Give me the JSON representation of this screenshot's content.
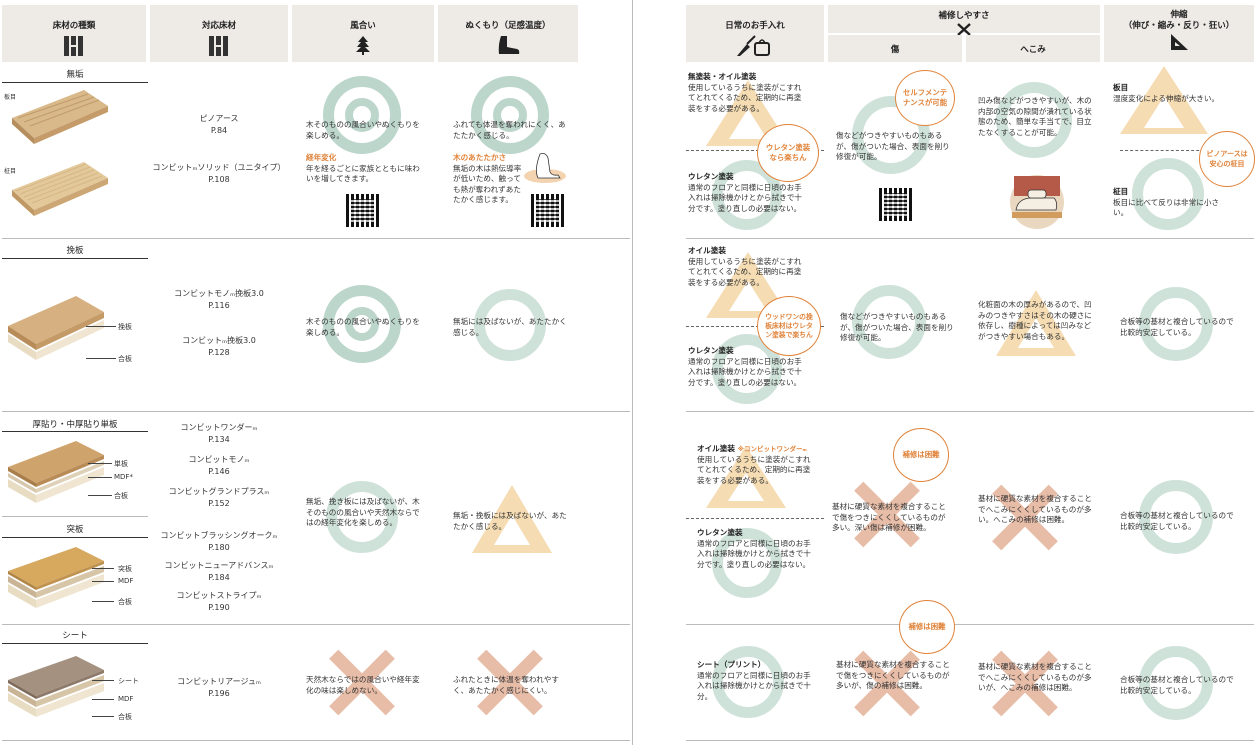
{
  "headers": {
    "floor_type": "床材の種類",
    "product": "対応床材",
    "appearance": "風合い",
    "warmth": "ぬくもり（足感温度）",
    "care": "日常のお手入れ",
    "repair": "補修しやすさ",
    "repair_scratch": "傷",
    "repair_dent": "へこみ",
    "expansion": "伸縮\n（伸び・縮み・反り・狂い）"
  },
  "sections": {
    "muku": "無垢",
    "hagi": "挽板",
    "atsu": "厚貼り・中厚貼り単板",
    "tsuki": "突板",
    "sheet": "シート"
  },
  "wood_labels": {
    "itame": "板目",
    "masame": "柾目",
    "hagi_top": "挽板",
    "hagi_base": "合板",
    "atsu_top": "単板",
    "atsu_mid": "MDF*",
    "atsu_base": "合板",
    "tsuki_top": "突板",
    "tsuki_mid": "MDF",
    "tsuki_base": "合板",
    "sheet_top": "シート",
    "sheet_mid": "MDF",
    "sheet_base": "合板"
  },
  "products": {
    "p1": "ピノアース",
    "p1_page": "P.84",
    "p2": "コンビットₘソリッド（ユニタイプ）",
    "p2_page": "P.108",
    "p3": "コンビットモノₘ挽板3.0",
    "p3_page": "P.116",
    "p4": "コンビットₘ挽板3.0",
    "p4_page": "P.128",
    "p5": "コンビットワンダーₘ",
    "p5_page": "P.134",
    "p6": "コンビットモノₘ",
    "p6_page": "P.146",
    "p7": "コンビットグランドプラスₘ",
    "p7_page": "P.152",
    "p8": "コンビットブラッシングオークₘ",
    "p8_page": "P.180",
    "p9": "コンビットニューアドバンスₘ",
    "p9_page": "P.184",
    "p10": "コンビットストライプₘ",
    "p10_page": "P.190",
    "p11": "コンビットリアージュₘ",
    "p11_page": "P.196"
  },
  "appearance": {
    "r1": "木そのものの風合いやぬくもりを楽しめる。",
    "r1_sub_title": "経年変化",
    "r1_sub": "年を経るごとに家族とともに味わいを増してきます。",
    "r2": "木そのものの風合いやぬくもりを楽しめる。",
    "r3": "無垢、挽き板には及ばないが、木そのものの風合いや天然木ならではの経年変化を楽しめる。",
    "r4": "天然木ならではの風合いや経年変化の味は楽しめない。"
  },
  "warmth": {
    "r1": "ふれても体温を奪われにくく、あたたかく感じる。",
    "r1_sub_title": "木のあたたかさ",
    "r1_sub": "無垢の木は熱伝導率が低いため、触っても熱が奪われずあたたかく感じます。",
    "r2": "無垢には及ばないが、あたたかく感じる。",
    "r3": "無垢・挽板には及ばないが、あたたかく感じる。",
    "r4": "ふれたときに体温を奪われやすく、あたたかく感じにくい。"
  },
  "care": {
    "r1a_title": "無塗装・オイル塗装",
    "r1a": "使用しているうちに塗装がこすれてとれてくるため、定期的に再塗装をする必要がある。",
    "r1b_title": "ウレタン塗装",
    "r1b": "通常のフロアと同様に日頃のお手入れは掃除機かけとから拭きで十分です。塗り直しの必要はない。",
    "r1_bubble": "ウレタン塗装なら楽ちん",
    "r2a_title": "オイル塗装",
    "r2a": "使用しているうちに塗装がこすれてとれてくるため、定期的に再塗装をする必要がある。",
    "r2b_title": "ウレタン塗装",
    "r2b": "通常のフロアと同様に日頃のお手入れは掃除機かけとから拭きで十分です。塗り直しの必要はない。",
    "r2_bubble": "ウッドワンの挽板床材はウレタン塗装で楽ちん",
    "r3a_title": "オイル塗装",
    "r3a_note": "※コンビットワンダーₘ",
    "r3a": "使用しているうちに塗装がこすれてとれてくるため、定期的に再塗装をする必要がある。",
    "r3b_title": "ウレタン塗装",
    "r3b": "通常のフロアと同様に日頃のお手入れは掃除機かけとから拭きで十分です。塗り直しの必要はない。",
    "r4_title": "シート（プリント）",
    "r4": "通常のフロアと同様に日頃のお手入れは掃除機かけとから拭きで十分。"
  },
  "scratch": {
    "r1": "傷などがつきやすいものもあるが、傷がついた場合、表面を削り修復が可能。",
    "r1_bubble": "セルフメンテナンスが可能",
    "r2": "傷などがつきやすいものもあるが、傷がついた場合、表面を削り修復が可能。",
    "r3": "基材に硬質な素材を複合することで傷をつきにくくしているものが多い。深い傷は補修が困難。",
    "r3_bubble": "補修は困難",
    "r4": "基材に硬質な素材を複合することで傷をつきにくくしているものが多いが、傷の補修は困難。",
    "r4_bubble": "補修は困難"
  },
  "dent": {
    "r1": "凹み傷などがつきやすいが、木の内部の空気の隙間が潰れている状態のため、簡単な手当てで、目立たなくすることが可能。",
    "r2": "化粧面の木の厚みがあるので、凹みのつきやすさはその木の硬さに依存し、樹種によっては凹みなどがつきやすい場合もある。",
    "r3": "基材に硬質な素材を複合することでへこみにくくしているものが多い。へこみの補修は困難。",
    "r4": "基材に硬質な素材を複合することでへこみにくくしているものが多いが、へこみの補修は困難。"
  },
  "expansion": {
    "r1a_title": "板目",
    "r1a": "湿度変化による伸縮が大きい。",
    "r1b_title": "柾目",
    "r1b": "板目に比べて反りは非常に小さい。",
    "r1_bubble": "ピノアースは安心の柾目",
    "r2": "合板等の基材と複合しているので比較的安定している。",
    "r3": "合板等の基材と複合しているので比較的安定している。",
    "r4": "合板等の基材と複合しているので比較的安定している。"
  },
  "colors": {
    "circle": "#bcd6cc",
    "triangle": "#f5dcb3",
    "cross": "#e8bda8",
    "accent": "#e0833a",
    "header_bg": "#eeebe7"
  }
}
